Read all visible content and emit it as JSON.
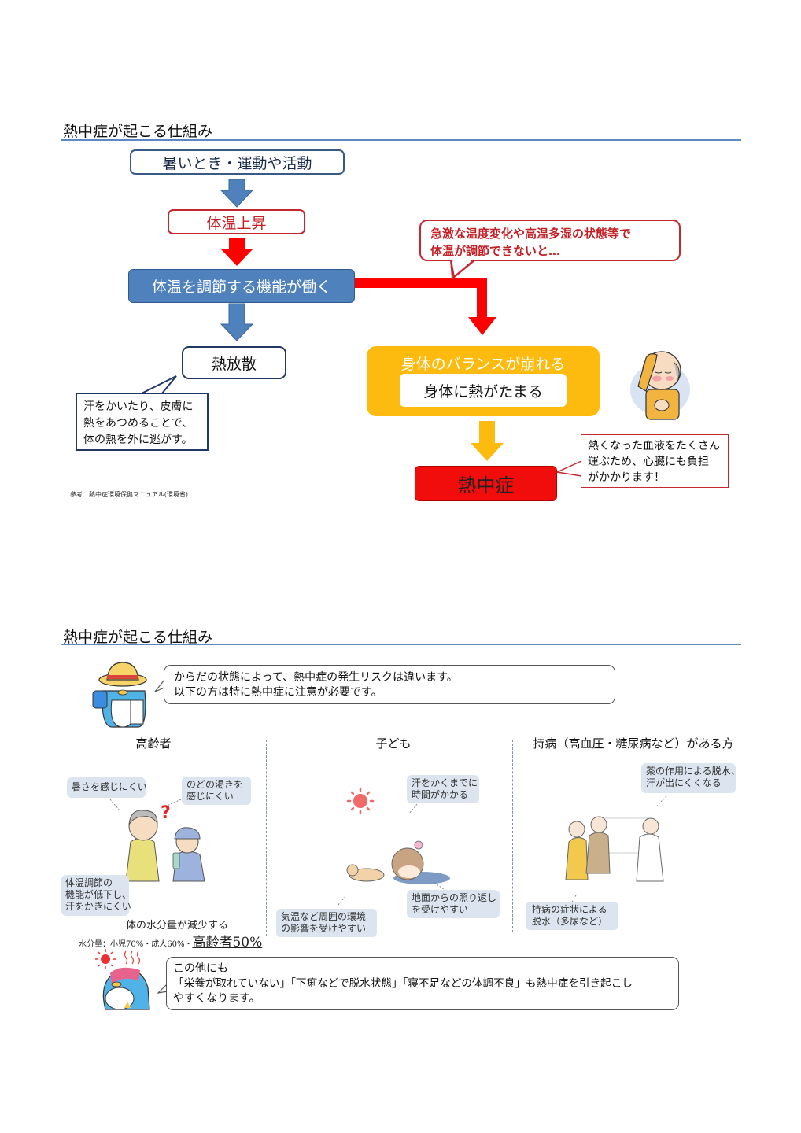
{
  "section1": {
    "title": "熱中症が起こる仕組み",
    "flow": {
      "start": "暑いとき・運動や活動",
      "rise": "体温上昇",
      "regulate": "体温を調節する機能が働く",
      "dissipate": "熱放散",
      "dissipate_note": [
        "汗をかいたり、皮膚に",
        "熱をあつめることで、",
        "体の熱を外に逃がす。"
      ],
      "sudden_note": [
        "急激な温度変化や高温多湿の状態等で",
        "体温が調節できないと…"
      ],
      "balance_title": "身体のバランスが崩れる",
      "balance_inner": "身体に熱がたまる",
      "result": "熱中症",
      "blood_note": [
        "熱くなった血液をたくさん",
        "運ぶため、心臓にも負担",
        "がかかります！"
      ]
    },
    "reference": "参考：熱中症環境保健マニュアル(環境省)",
    "illustration": "elderly-man-heat-illustration",
    "colors": {
      "blue": "#4f81bd",
      "red": "#ff0000",
      "orange": "#fdbb10",
      "rule": "#5a8ac0"
    }
  },
  "section2": {
    "title": "熱中症が起こる仕組み",
    "intro": [
      "からだの状態によって、熱中症の発生リスクは違います。",
      "以下の方は特に熱中症に注意が必要です。"
    ],
    "columns": [
      {
        "heading": "高齢者",
        "tags": [
          [
            "暑さを感じにくい"
          ],
          [
            "のどの渇きを",
            "感じにくい"
          ],
          [
            "体温調節の",
            "機能が低下し、",
            "汗をかきにくい"
          ]
        ],
        "water_line1": "体の水分量が減少する",
        "water_line2_prefix": "水分量：小児70%・成人60%・",
        "water_line2_emph": "高齢者50%"
      },
      {
        "heading": "子ども",
        "tags": [
          [
            "汗をかくまでに",
            "時間がかかる"
          ],
          [
            "地面からの照り返し",
            "を受けやすい"
          ],
          [
            "気温など周囲の環境",
            "の影響を受けやすい"
          ]
        ]
      },
      {
        "heading": "持病（高血圧・糖尿病など）がある方",
        "tags": [
          [
            "薬の作用による脱水、",
            "汗が出にくくなる"
          ],
          [
            "持病の症状による",
            "脱水（多尿など）"
          ]
        ]
      }
    ],
    "outro": [
      "この他にも",
      "「栄養が取れていない」「下痢などで脱水状態」「寝不足などの体調不良」も熱中症を引き起こし",
      "やすくなります。"
    ]
  }
}
